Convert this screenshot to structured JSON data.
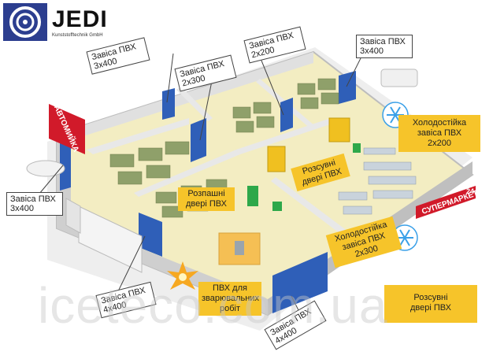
{
  "logo": {
    "brand": "JEDI",
    "subtitle": "Kunststofftechnik GmbH"
  },
  "labels": {
    "top_left_curtain": [
      "Завіса ПВХ",
      "3х400"
    ],
    "top_mid_curtain": [
      "Завіса ПВХ",
      "2х300"
    ],
    "top_center_curtain": [
      "Завіса ПВХ",
      "2х200"
    ],
    "top_right_curtain": [
      "Завіса ПВХ",
      "3х400"
    ],
    "left_curtain": [
      "Завіса ПВХ",
      "3х400"
    ],
    "bottom_left_curtain": [
      "Завіса ПВХ",
      "4х400"
    ],
    "bottom_curtain": [
      "Завіса ПВХ",
      "4х400"
    ],
    "swing_doors": [
      "Розпашні",
      "двері ПВХ"
    ],
    "sliding_doors_top": [
      "Розсувні",
      "двері ПВХ"
    ],
    "cold_curtain_top": [
      "Холодостійка",
      "завіса ПВХ",
      "2х200"
    ],
    "cold_curtain_mid": [
      "Холодостійка",
      "завіса ПВХ",
      "2х300"
    ],
    "welding_pvc": [
      "ПВХ для",
      "зварювальних",
      "робіт"
    ],
    "sliding_doors_bottom": [
      "Розсувні",
      "двері ПВХ"
    ]
  },
  "signs": {
    "auto": "АВТОМИЙКА",
    "supermarket": "СУПЕРМАРКЕТ",
    "supermarket_num": "24"
  },
  "watermark": "iceteco.com.ua",
  "colors": {
    "floor": "#f3edc2",
    "wall": "#d9d9d9",
    "curtain": "#2f5fb8",
    "label_yellow": "#f6c42a",
    "sign_red": "#d11a2a",
    "snow": "#3aa0e8"
  }
}
